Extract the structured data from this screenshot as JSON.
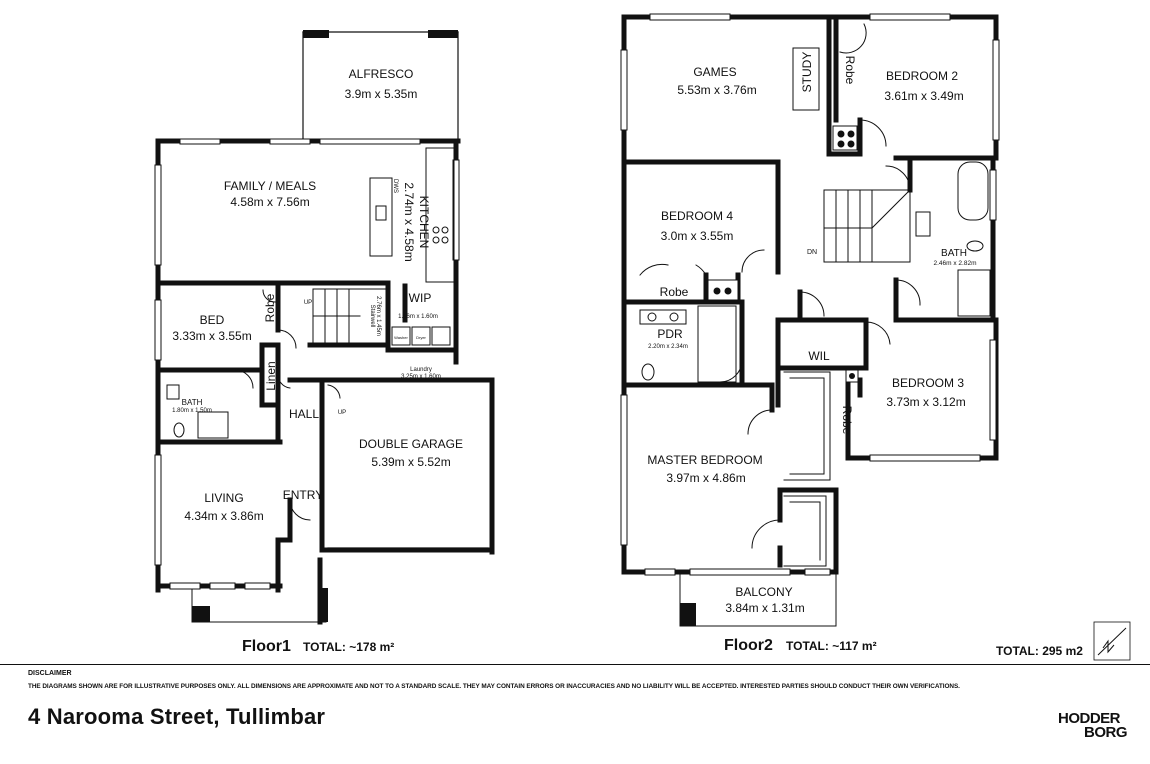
{
  "floor1": {
    "title": "Floor1",
    "total": "TOTAL: ~178 m²",
    "rooms": {
      "alfresco": {
        "name": "ALFRESCO",
        "dim": "3.9m x 5.35m"
      },
      "family": {
        "name": "FAMILY / MEALS",
        "dim": "4.58m x 7.56m"
      },
      "kitchen": {
        "name": "KITCHEN",
        "dim": "2.74m x 4.58m"
      },
      "dws": "DWS",
      "bed": {
        "name": "BED",
        "dim": "3.33m x 3.55m"
      },
      "robe": "Robe",
      "linen": "Linen",
      "stairwell": {
        "name": "Stairwell",
        "dim": "2.76m x 1.45m"
      },
      "up1": "UP",
      "wip": {
        "name": "WIP",
        "dim": "1.56m x 1.60m"
      },
      "washer": "Washer",
      "dryer": "Dryer",
      "laundry": {
        "name": "Laundry",
        "dim": "3.25m x 1.60m"
      },
      "bath": {
        "name": "BATH",
        "dim": "1.80m x 1.50m"
      },
      "hall": "HALL",
      "up2": "UP",
      "garage": {
        "name": "DOUBLE GARAGE",
        "dim": "5.39m x 5.52m"
      },
      "living": {
        "name": "LIVING",
        "dim": "4.34m x 3.86m"
      },
      "entry": "ENTRY"
    }
  },
  "floor2": {
    "title": "Floor2",
    "total": "TOTAL: ~117 m²",
    "rooms": {
      "games": {
        "name": "GAMES",
        "dim": "5.53m x 3.76m"
      },
      "study": "STUDY",
      "robe_b2": "Robe",
      "bedroom2": {
        "name": "BEDROOM 2",
        "dim": "3.61m x 3.49m"
      },
      "bedroom4": {
        "name": "BEDROOM 4",
        "dim": "3.0m x 3.55m"
      },
      "dn": "DN",
      "bath": {
        "name": "BATH",
        "dim": "2.46m x 2.82m"
      },
      "robe_b4": "Robe",
      "pdr": {
        "name": "PDR",
        "dim": "2.20m x 2.34m"
      },
      "wil": "WIL",
      "bedroom3": {
        "name": "BEDROOM 3",
        "dim": "3.73m x 3.12m"
      },
      "robe_b3": "Robe",
      "master": {
        "name": "MASTER BEDROOM",
        "dim": "3.97m x 4.86m"
      },
      "balcony": {
        "name": "BALCONY",
        "dim": "3.84m x 1.31m"
      }
    }
  },
  "total": "TOTAL: 295 m2",
  "disclaimer": {
    "heading": "DISCLAIMER",
    "text": "THE DIAGRAMS SHOWN ARE FOR ILLUSTRATIVE PURPOSES ONLY. ALL DIMENSIONS ARE APPROXIMATE AND NOT TO A STANDARD SCALE. THEY MAY CONTAIN ERRORS OR INACCURACIES AND NO LIABILITY WILL BE ACCEPTED. INTERESTED PARTIES SHOULD CONDUCT THEIR OWN VERIFICATIONS."
  },
  "address": "4 Narooma Street, Tullimbar",
  "brand": {
    "line1": "HODDER",
    "line2": "BORG"
  },
  "icons": [
    "compass-icon",
    "toilet-icon",
    "bathtub-icon",
    "shower-icon",
    "stove-icon",
    "sink-icon"
  ]
}
